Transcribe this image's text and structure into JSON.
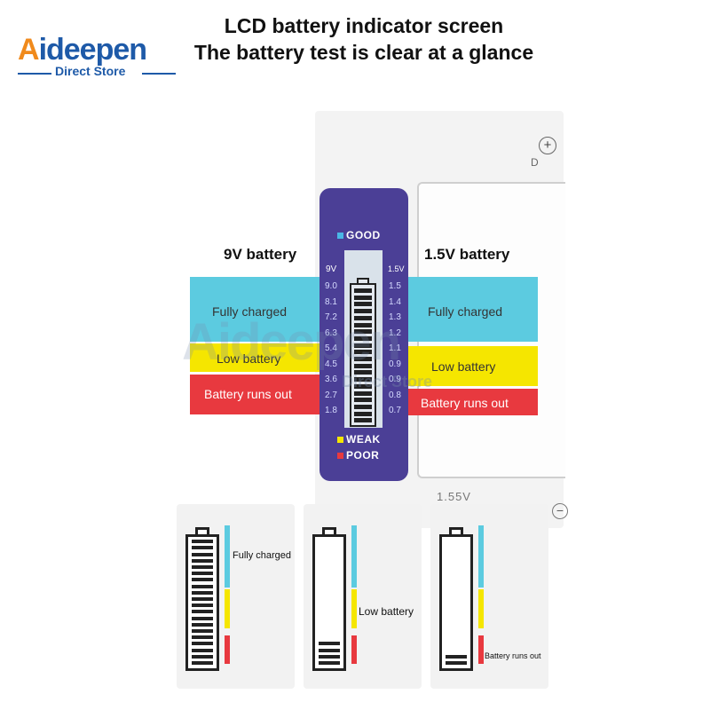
{
  "brand": {
    "name_first": "A",
    "name_rest": "ideepen",
    "subtitle": "Direct Store"
  },
  "header": {
    "line1": "LCD battery indicator screen",
    "line2": "The battery test is clear at a glance"
  },
  "sections": {
    "left_title": "9V battery",
    "right_title": "1.5V battery"
  },
  "bands": {
    "full": {
      "label": "Fully charged",
      "color": "#5ccbe0"
    },
    "low": {
      "label": "Low battery",
      "color": "#f5e600"
    },
    "out": {
      "label": "Battery runs out",
      "color": "#e8393f"
    }
  },
  "lcd": {
    "good": "GOOD",
    "weak": "WEAK",
    "poor": "POOR",
    "left_header": "9V",
    "right_header": "1.5V",
    "left_values": [
      "9.0",
      "8.1",
      "7.2",
      "6.3",
      "5.4",
      "4.5",
      "3.6",
      "2.7",
      "1.8"
    ],
    "right_values": [
      "1.5",
      "1.4",
      "1.3",
      "1.2",
      "1.1",
      "0.9",
      "0.9",
      "0.8",
      "0.7"
    ],
    "colors": {
      "good": "#4ab7e6",
      "weak": "#f5e600",
      "poor": "#e8393f",
      "bezel": "#4b3f96"
    }
  },
  "device": {
    "polarity": "D",
    "voltage": "1.55V",
    "plus": "+",
    "minus": "−"
  },
  "cards": [
    {
      "label": "Fully charged",
      "level": 1.0
    },
    {
      "label": "Low battery",
      "level": 0.2
    },
    {
      "label": "Battery runs out",
      "level": 0.1
    }
  ]
}
